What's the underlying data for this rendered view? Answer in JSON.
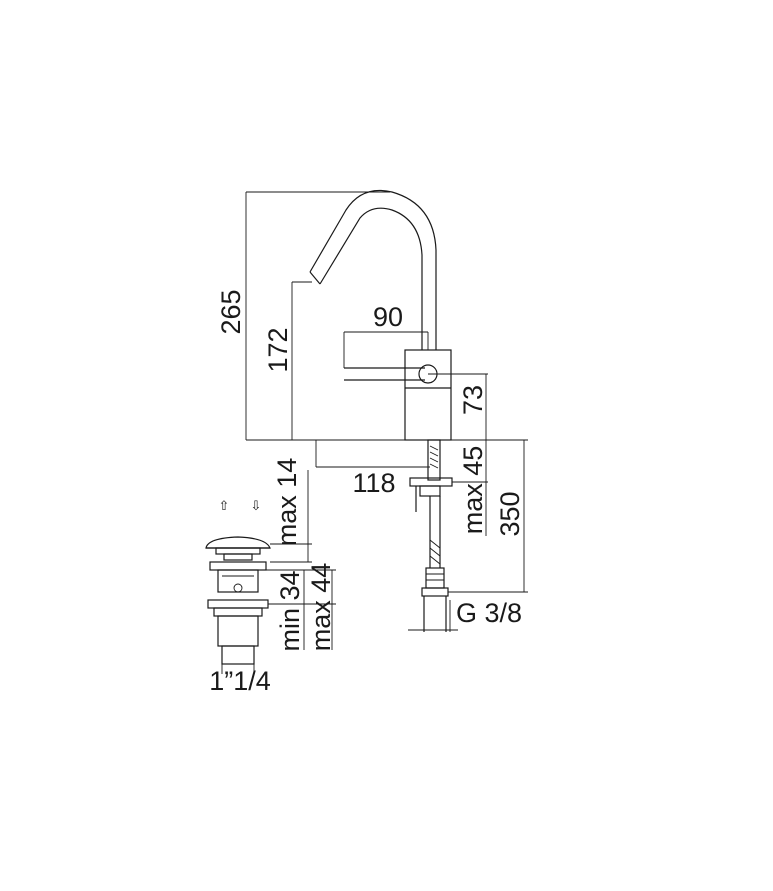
{
  "dimensions": {
    "total_height": "265",
    "spout_height": "172",
    "spout_reach": "90",
    "body_height": "73",
    "base_offset": "118",
    "max_deck_thickness_tap": "max 45",
    "hose_length": "350",
    "connection_thread": "G 3/8",
    "max_plug_lift": "max 14",
    "min_deck_thickness": "min 34",
    "max_deck_thickness_waste": "max 44",
    "waste_thread": "1”1/4"
  },
  "arrows": {
    "up": "⇧",
    "down": "⇩"
  }
}
